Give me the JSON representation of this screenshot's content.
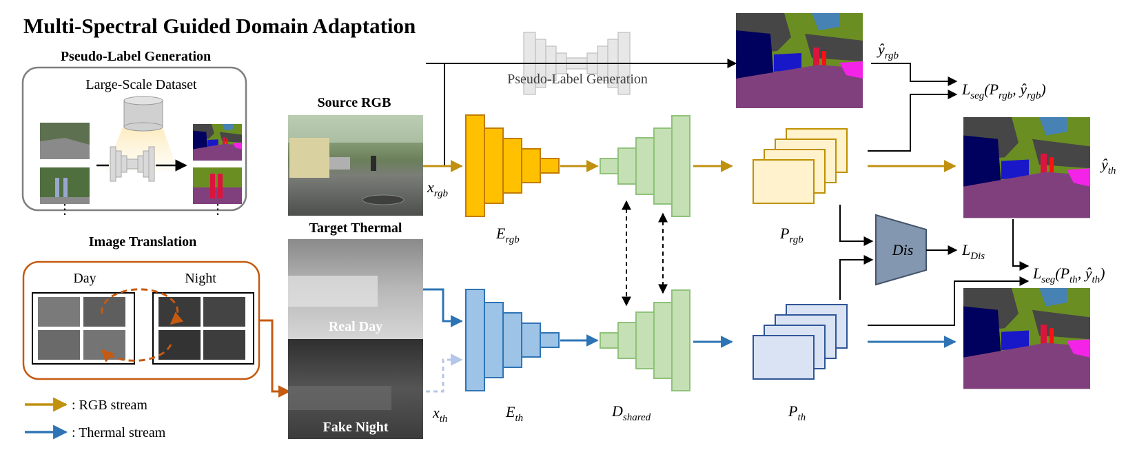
{
  "title": "Multi-Spectral Guided Domain Adaptation",
  "pseudo_label_section": {
    "heading": "Pseudo-Label Generation",
    "dataset_label": "Large-Scale Dataset",
    "ellipsis": "⋮"
  },
  "translation_section": {
    "heading": "Image Translation",
    "day_label": "Day",
    "night_label": "Night"
  },
  "legend": [
    {
      "label": ": RGB stream",
      "color": "#c09010"
    },
    {
      "label": ": Thermal stream",
      "color": "#2e74b5"
    }
  ],
  "inputs": {
    "source_label": "Source RGB",
    "target_label": "Target Thermal",
    "real_day_label": "Real Day",
    "fake_night_label": "Fake Night"
  },
  "pseudo_net_label": "Pseudo-Label Generation",
  "math": {
    "x_rgb": {
      "base": "x",
      "sub": "rgb"
    },
    "x_th": {
      "base": "x",
      "sub": "th"
    },
    "E_rgb": {
      "base": "E",
      "sub": "rgb"
    },
    "E_th": {
      "base": "E",
      "sub": "th"
    },
    "D_shared": {
      "base": "D",
      "sub": "shared"
    },
    "P_rgb": {
      "base": "P",
      "sub": "rgb"
    },
    "P_th": {
      "base": "P",
      "sub": "th"
    },
    "y_rgb": {
      "base": "ŷ",
      "sub": "rgb"
    },
    "y_th": {
      "base": "ŷ",
      "sub": "th"
    },
    "L_dis": {
      "base": "L",
      "sub": "Dis"
    },
    "L_seg_rgb": {
      "base": "L",
      "sub": "seg",
      "args": [
        "(P",
        "rgb",
        ", ŷ",
        "rgb",
        ")"
      ]
    },
    "L_seg_th": {
      "base": "L",
      "sub": "seg",
      "args": [
        "(P",
        "th",
        ", ŷ",
        "th",
        ")"
      ]
    }
  },
  "dis_label": "Dis",
  "colors": {
    "rgb_stream": "#c09010",
    "thermal_stream": "#2e74b5",
    "encoder_rgb_fill": "#ffc000",
    "encoder_rgb_stroke": "#c27c00",
    "encoder_th_fill": "#9dc3e6",
    "encoder_th_stroke": "#2e74b5",
    "decoder_fill": "#c5e0b4",
    "decoder_stroke": "#8fc27a",
    "pred_rgb_fill": "#fff2cc",
    "pred_rgb_stroke": "#bf9000",
    "pred_th_fill": "#dae3f3",
    "pred_th_stroke": "#2f5597",
    "translation_box": "#c55a11",
    "discriminator": "#8497b0",
    "seg_road": "#80407e",
    "seg_vegetation": "#6b8e23",
    "seg_building": "#464646",
    "seg_car": "#00005e",
    "seg_sky": "#4682b4",
    "seg_person": "#dc143c",
    "seg_sidewalk": "#f423e8"
  }
}
